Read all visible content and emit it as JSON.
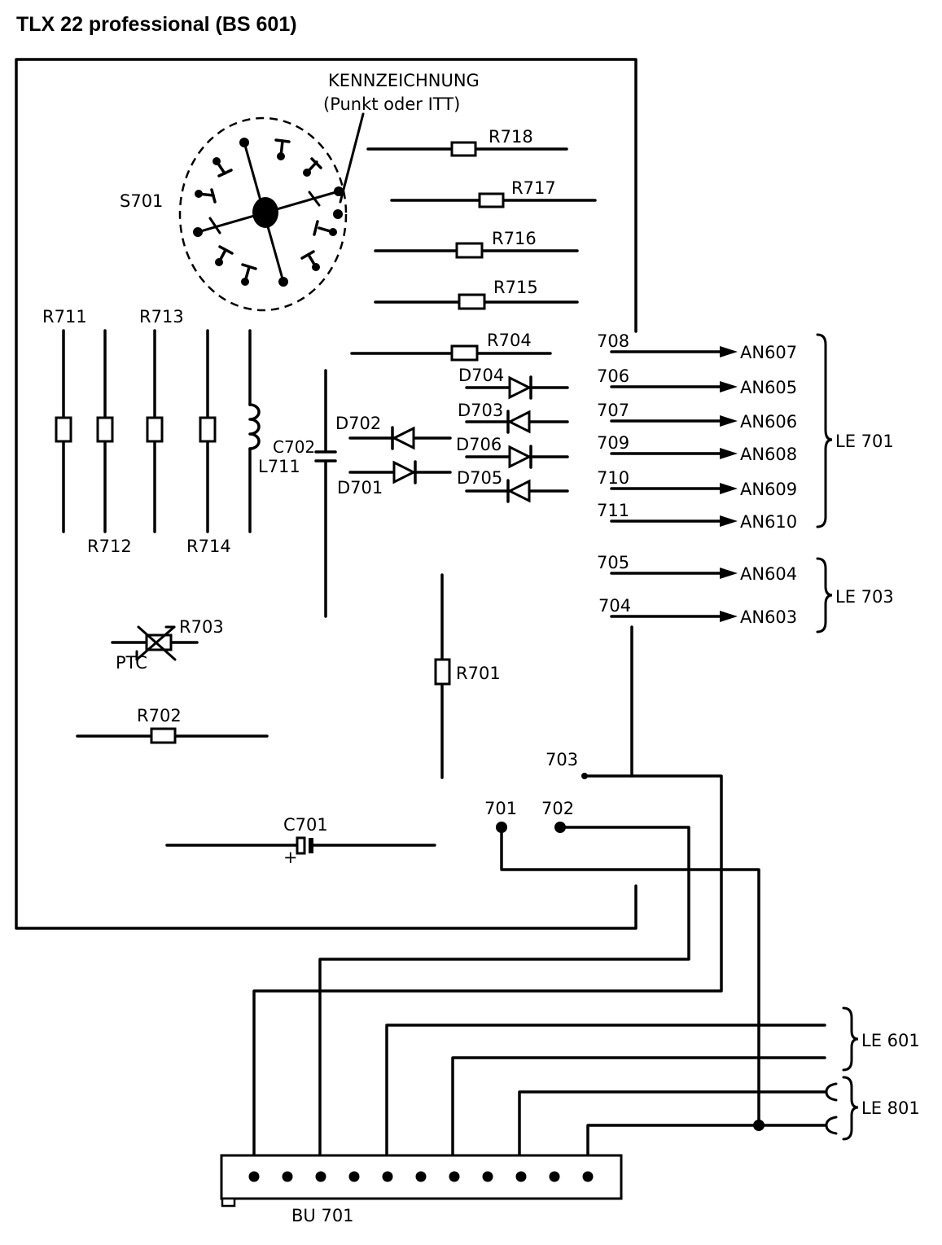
{
  "title": "TLX 22 professional (BS 601)",
  "marking": {
    "line1": "KENNZEICHNUNG",
    "line2": "(Punkt oder ITT)"
  },
  "switch_label": "S701",
  "resistors_h": {
    "r718": "R718",
    "r717": "R717",
    "r716": "R716",
    "r715": "R715",
    "r704": "R704",
    "r702": "R702"
  },
  "resistors_v": {
    "r711": "R711",
    "r712": "R712",
    "r713": "R713",
    "r714": "R714",
    "r701": "R701"
  },
  "inductor": "L711",
  "cap_c702": "C702",
  "cap_c701": "C701",
  "cap_c701_polarity": "+",
  "thermistor": {
    "label": "R703",
    "type": "PTC"
  },
  "diodes": {
    "d704": "D704",
    "d703": "D703",
    "d706": "D706",
    "d705": "D705",
    "d702": "D702",
    "d701": "D701"
  },
  "outputs": [
    {
      "pin": "708",
      "target": "AN607"
    },
    {
      "pin": "706",
      "target": "AN605"
    },
    {
      "pin": "707",
      "target": "AN606"
    },
    {
      "pin": "709",
      "target": "AN608"
    },
    {
      "pin": "710",
      "target": "AN609"
    },
    {
      "pin": "711",
      "target": "AN610"
    },
    {
      "pin": "705",
      "target": "AN604"
    },
    {
      "pin": "704",
      "target": "AN603"
    }
  ],
  "groups": {
    "le701": "LE 701",
    "le703": "LE 703",
    "le601": "LE 601",
    "le801": "LE 801"
  },
  "nodes": {
    "n701": "701",
    "n702": "702",
    "n703": "703"
  },
  "connector": "BU 701"
}
